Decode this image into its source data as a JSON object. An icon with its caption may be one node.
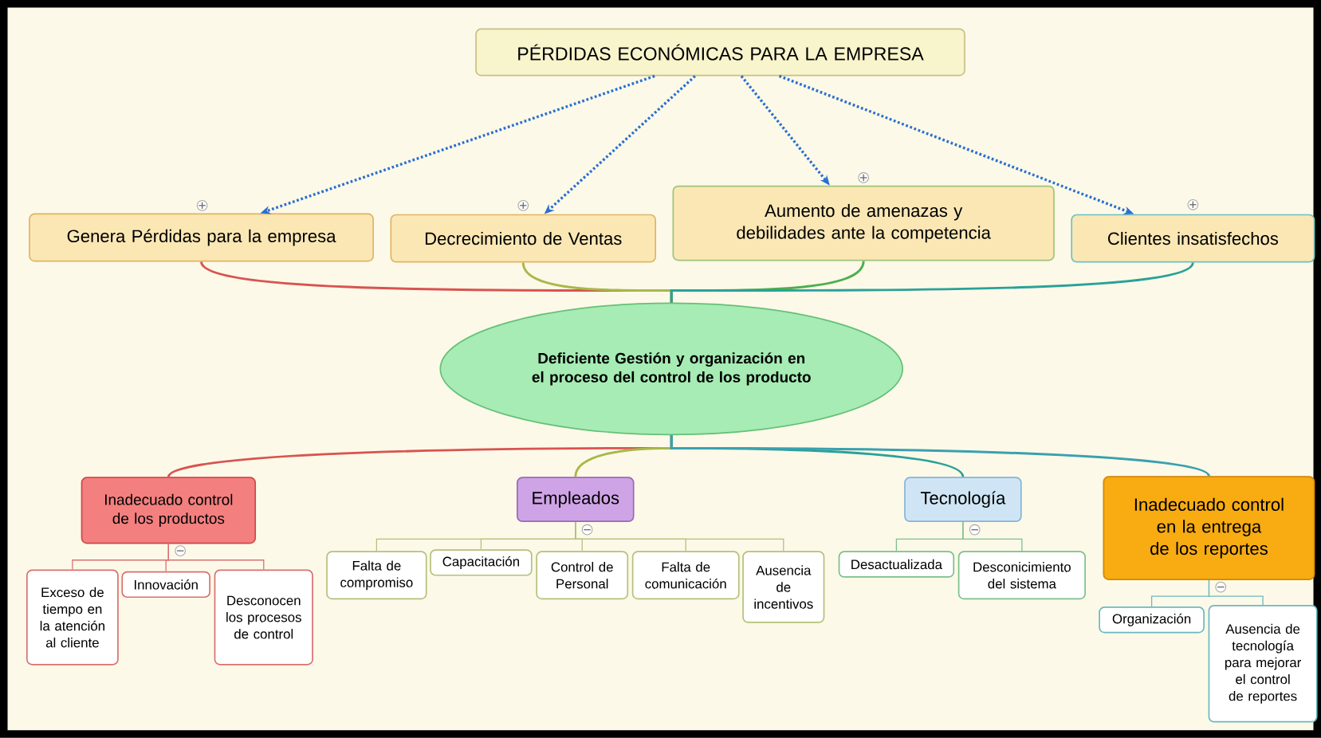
{
  "diagram": {
    "nodes": [
      {
        "text": [
          "PÉRDIDAS ECONÓMICAS PARA LA EMPRESA"
        ]
      },
      {
        "text": [
          "Genera Pérdidas para la empresa"
        ]
      },
      {
        "text": [
          "Decrecimiento de Ventas"
        ]
      },
      {
        "text": [
          "Aumento de amenazas y debilidades ante la competencia"
        ]
      },
      {
        "text": [
          "Clientes insatisfechos"
        ]
      },
      {
        "text": [
          "Deficiente Gestión y organización en el proceso del control de los producto"
        ]
      },
      {
        "text": [
          "Inadecuado control de los productos"
        ]
      },
      {
        "text": [
          "Empleados"
        ]
      },
      {
        "text": [
          "Tecnología"
        ]
      },
      {
        "text": [
          "Inadecuado control en la entrega de los reportes"
        ]
      },
      {
        "text": [
          "Exceso de tiempo en la atención al cliente"
        ]
      },
      {
        "text": [
          "Innovación"
        ]
      },
      {
        "text": [
          "Desconocen los procesos de control"
        ]
      },
      {
        "text": [
          "Falta de compromiso"
        ]
      },
      {
        "text": [
          "Capacitación"
        ]
      },
      {
        "text": [
          "Control de Personal"
        ]
      },
      {
        "text": [
          "Falta de comunicación"
        ]
      },
      {
        "text": [
          "Ausencia de incentivos"
        ]
      },
      {
        "text": [
          "Desactualizada"
        ]
      },
      {
        "text": [
          "Desconicimiento del sistema"
        ]
      },
      {
        "text": [
          "Organización"
        ]
      },
      {
        "text": [
          "Ausencia de tecnología para mejorar el control de reportes"
        ]
      }
    ],
    "edges": [
      {
        "from": 0,
        "to": 1,
        "arrow": "to",
        "style": "dashed",
        "color": "#2a6fd0"
      },
      {
        "from": 0,
        "to": 2,
        "arrow": "to",
        "style": "dashed",
        "color": "#2a6fd0"
      },
      {
        "from": 0,
        "to": 3,
        "arrow": "to",
        "style": "dashed",
        "color": "#2a6fd0"
      },
      {
        "from": 0,
        "to": 4,
        "arrow": "to",
        "style": "dashed",
        "color": "#2a6fd0"
      },
      {
        "from": 1,
        "to": 5,
        "arrow": "none",
        "color": "#d9534f"
      },
      {
        "from": 2,
        "to": 5,
        "arrow": "none",
        "color": "#a8b84a"
      },
      {
        "from": 3,
        "to": 5,
        "arrow": "none",
        "color": "#4caf50"
      },
      {
        "from": 4,
        "to": 5,
        "arrow": "none",
        "color": "#2aa198"
      },
      {
        "from": 5,
        "to": 6,
        "arrow": "none",
        "color": "#d9534f"
      },
      {
        "from": 5,
        "to": 7,
        "arrow": "none",
        "color": "#a8b84a"
      },
      {
        "from": 5,
        "to": 8,
        "arrow": "none",
        "color": "#2aa198"
      },
      {
        "from": 5,
        "to": 9,
        "arrow": "none",
        "color": "#3aa0b0"
      },
      {
        "from": 6,
        "to": 10,
        "arrow": "none",
        "color": "#d97070"
      },
      {
        "from": 6,
        "to": 11,
        "arrow": "none",
        "color": "#d97070"
      },
      {
        "from": 6,
        "to": 12,
        "arrow": "none",
        "color": "#d97070"
      },
      {
        "from": 7,
        "to": 13,
        "arrow": "none",
        "color": "#b5c07a"
      },
      {
        "from": 7,
        "to": 14,
        "arrow": "none",
        "color": "#b5c07a"
      },
      {
        "from": 7,
        "to": 15,
        "arrow": "none",
        "color": "#b5c07a"
      },
      {
        "from": 7,
        "to": 16,
        "arrow": "none",
        "color": "#b5c07a"
      },
      {
        "from": 7,
        "to": 17,
        "arrow": "none",
        "color": "#b5c07a"
      },
      {
        "from": 8,
        "to": 18,
        "arrow": "none",
        "color": "#7cbf8a"
      },
      {
        "from": 8,
        "to": 19,
        "arrow": "none",
        "color": "#7cbf8a"
      },
      {
        "from": 9,
        "to": 20,
        "arrow": "none",
        "color": "#6cb8c0"
      },
      {
        "from": 9,
        "to": 21,
        "arrow": "none",
        "color": "#6cb8c0"
      }
    ]
  }
}
